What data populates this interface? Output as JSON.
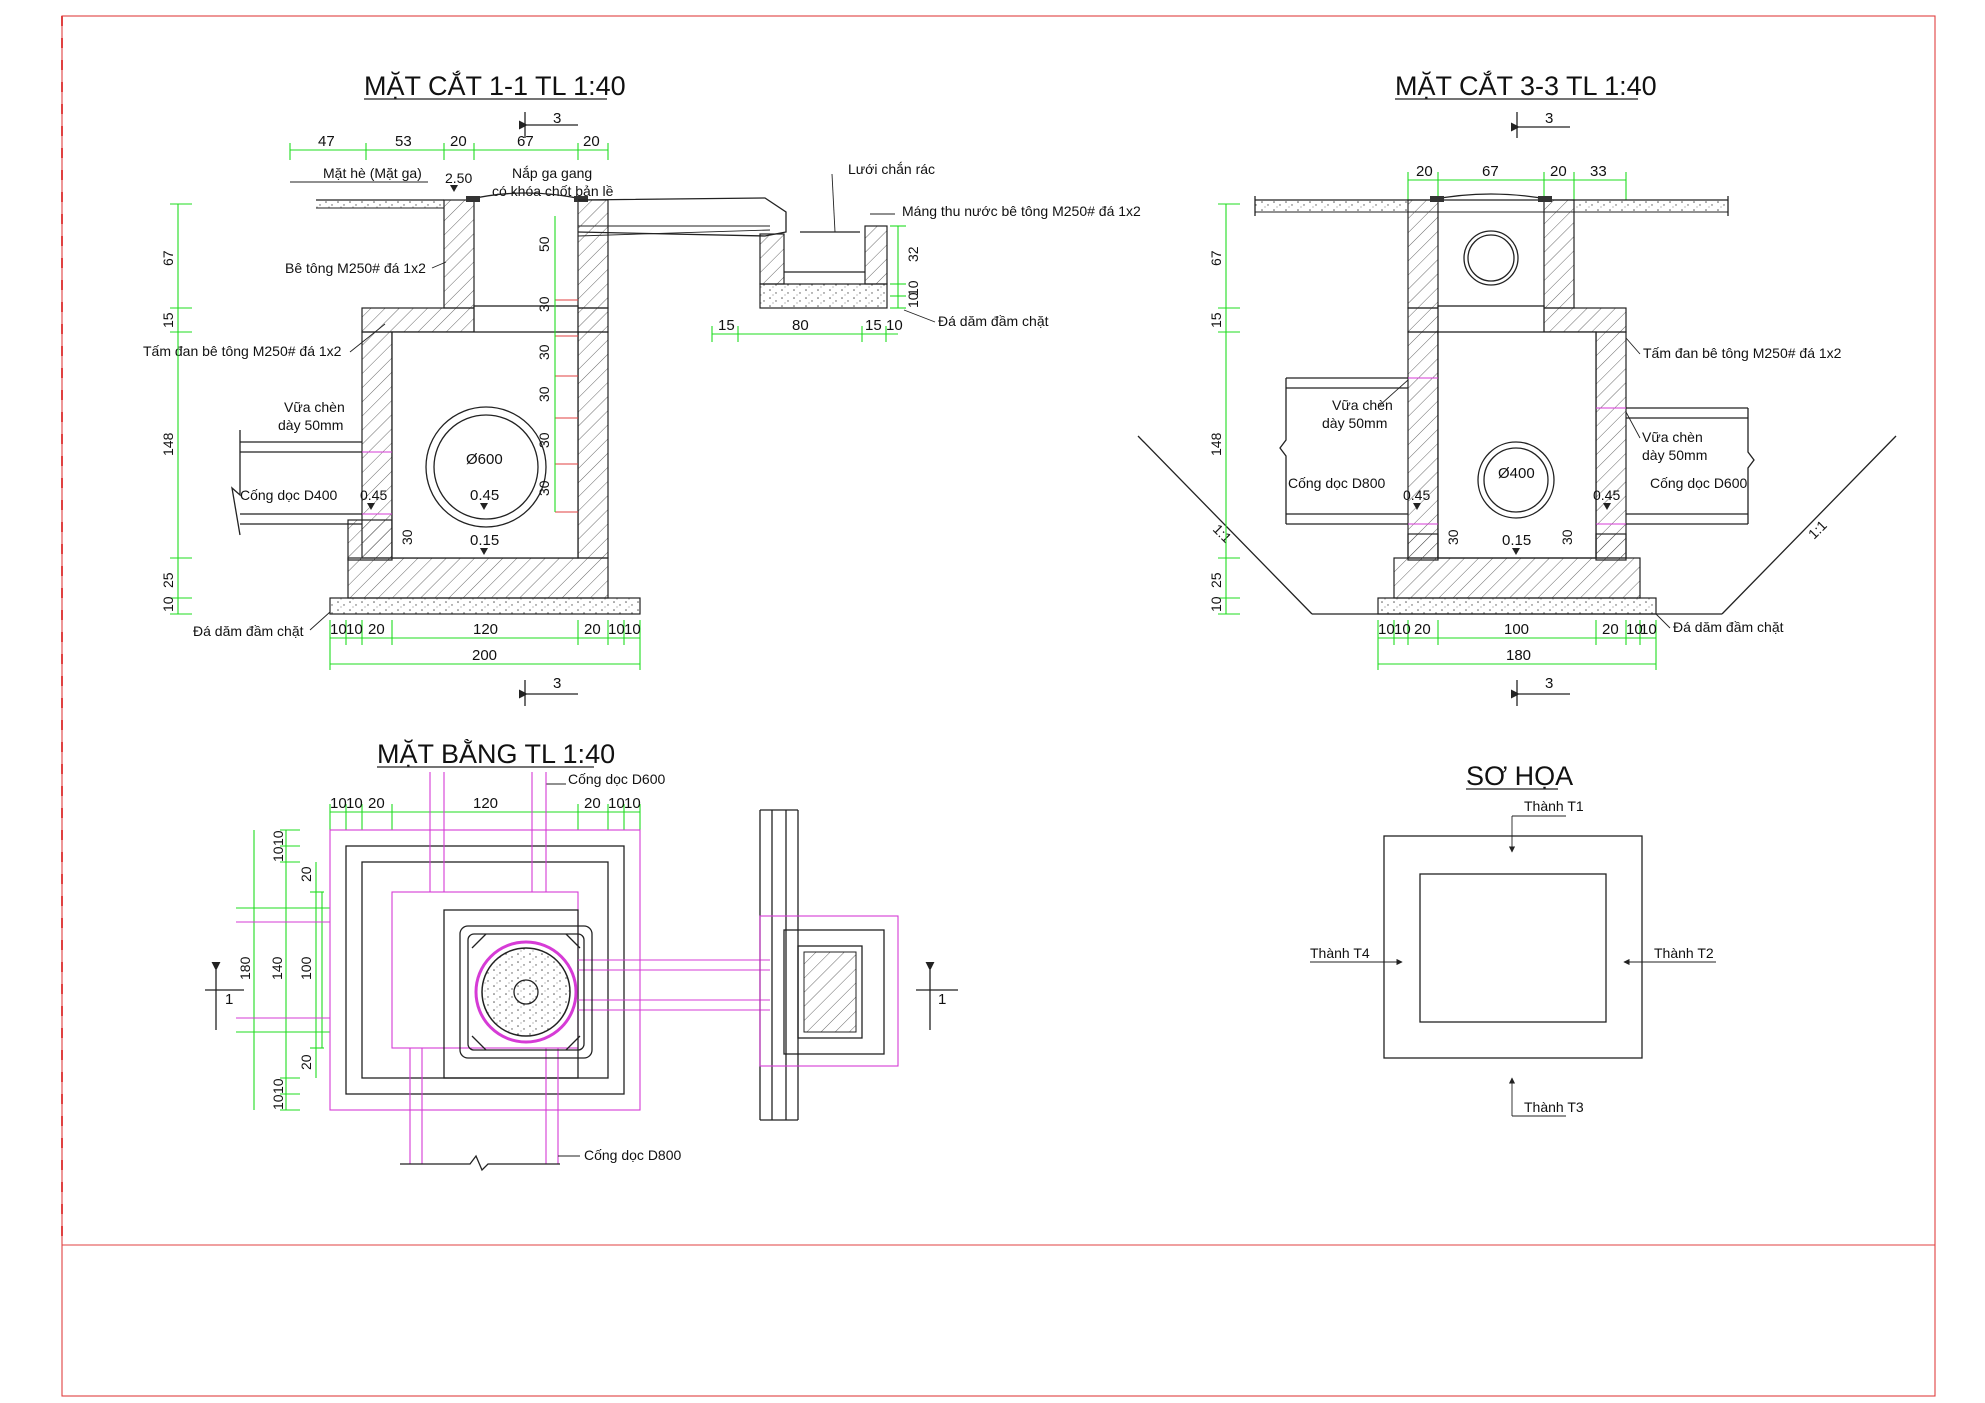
{
  "sec11": {
    "title": "MẶT CẮT 1-1 TL 1:40",
    "marker": "3",
    "dims_top": [
      "47",
      "53",
      "20",
      "67",
      "20"
    ],
    "lbl_surface": "Mặt hè (Mặt ga)",
    "lv_250": "2.50",
    "lbl_cover1": "Nắp ga gang",
    "lbl_cover2": "có khóa chốt bản lề",
    "lbl_screen": "Lưới chắn rác",
    "lbl_trough": "Máng thu nước bê tông M250# đá 1x2",
    "lbl_concrete": "Bê tông M250# đá 1x2",
    "lbl_slab": "Tấm đan bê tông M250# đá 1x2",
    "lbl_grout1": "Vữa chèn",
    "lbl_grout2": "dày 50mm",
    "lbl_pipe": "Cống dọc D400",
    "lbl_gravel": "Đá dăm đầm chặt",
    "lbl_gravel2": "Đá dăm đầm chặt",
    "dia": "Ø600",
    "lv_045a": "0.45",
    "lv_045b": "0.45",
    "lv_015": "0.15",
    "dims_left": [
      "67",
      "15",
      "148",
      "25",
      "10"
    ],
    "dims_inner": [
      "50",
      "30",
      "30",
      "30",
      "30",
      "30"
    ],
    "dim_30": "30",
    "trough_dims": [
      "32",
      "10",
      "10"
    ],
    "trough_bottom": [
      "15",
      "80",
      "15",
      "10"
    ],
    "dims_bottom": [
      "10",
      "10",
      "20",
      "120",
      "20",
      "10",
      "10"
    ],
    "dim_total": "200"
  },
  "sec33": {
    "title": "MẶT CẮT 3-3 TL 1:40",
    "marker": "3",
    "dims_top": [
      "20",
      "67",
      "20",
      "33"
    ],
    "lbl_slab": "Tấm đan bê tông M250# đá 1x2",
    "lbl_grout_l1": "Vữa chèn",
    "lbl_grout_l2": "dày 50mm",
    "lbl_grout_r1": "Vữa chèn",
    "lbl_grout_r2": "dày 50mm",
    "lbl_pipe_l": "Cống dọc D800",
    "lbl_pipe_r": "Cống dọc D600",
    "lbl_gravel": "Đá dăm đầm chặt",
    "dia": "Ø400",
    "lv_045a": "0.45",
    "lv_045b": "0.45",
    "lv_015": "0.15",
    "dim_30a": "30",
    "dim_30b": "30",
    "slope": "1:1",
    "dims_left": [
      "67",
      "15",
      "148",
      "25",
      "10"
    ],
    "dims_bottom": [
      "10",
      "10",
      "20",
      "100",
      "20",
      "10",
      "10"
    ],
    "dim_total": "180"
  },
  "plan": {
    "title": "MẶT BẰNG TL 1:40",
    "lbl_d600": "Cống dọc D600",
    "lbl_d800": "Cống dọc D800",
    "marker": "1",
    "dims_top": [
      "10",
      "10",
      "20",
      "120",
      "20",
      "10",
      "10"
    ],
    "dims_left_outer": [
      "10",
      "10",
      "180",
      "10",
      "10"
    ],
    "dims_left_inner": [
      "20",
      "140",
      "20"
    ],
    "dims_left_center": "100"
  },
  "sketch": {
    "title": "SƠ HỌA",
    "t1": "Thành T1",
    "t2": "Thành T2",
    "t3": "Thành T3",
    "t4": "Thành T4"
  },
  "colors": {
    "frame": "#e04040",
    "dimension": "#1fdc1f",
    "hidden": "#d63bd6"
  }
}
